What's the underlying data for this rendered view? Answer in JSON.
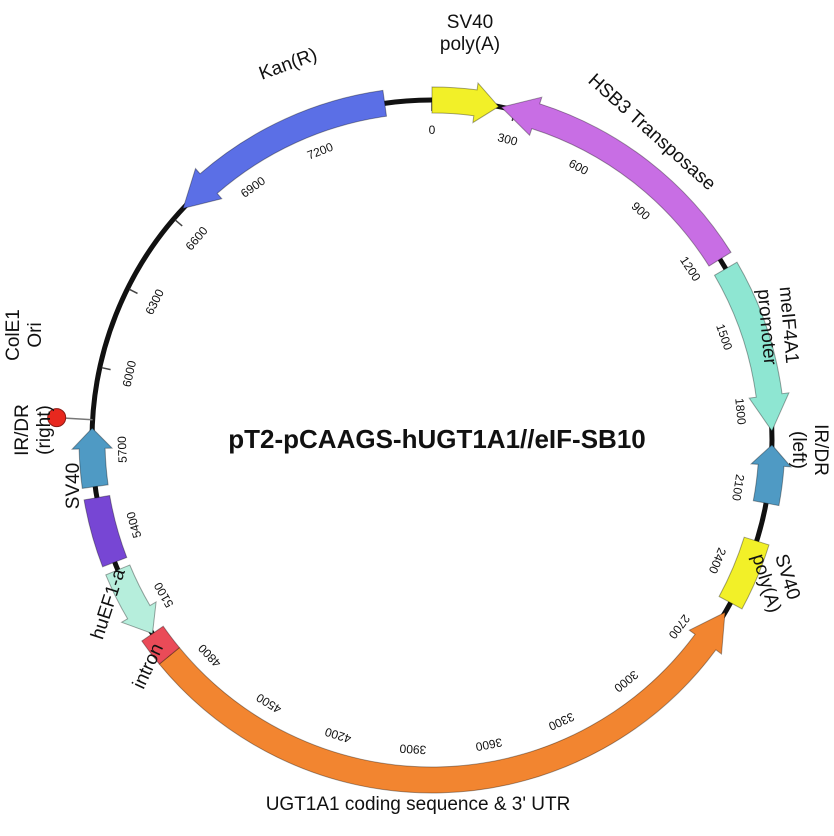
{
  "plasmid": {
    "name": "pT2-pCAAGS-hUGT1A1//eIF-SB10",
    "length": 7650
  },
  "colors": {
    "backbone": "#111111",
    "ori_marker": "#e8281e"
  },
  "features": [
    {
      "id": "sv40-polya-top",
      "label_lines": [
        "SV40",
        "poly(A)"
      ],
      "start": 0,
      "end": 240,
      "direction": "cw",
      "color": "#f2f028"
    },
    {
      "id": "hsb3-transposase",
      "label_lines": [
        "HSB3 Transposase"
      ],
      "start": 250,
      "end": 1230,
      "direction": "ccw",
      "color": "#c86ee4"
    },
    {
      "id": "meif4a1-promoter",
      "label_lines": [
        "meIF4A1",
        "promoter"
      ],
      "start": 1270,
      "end": 1880,
      "direction": "cw",
      "color": "#8ee6d2"
    },
    {
      "id": "ir-dr-left",
      "label_lines": [
        "IR/DR",
        "(left)"
      ],
      "start": 1930,
      "end": 2140,
      "direction": "ccw",
      "color": "#4f9ac4"
    },
    {
      "id": "sv40-polya-right",
      "label_lines": [
        "SV40",
        "poly(A)"
      ],
      "start": 2280,
      "end": 2520,
      "direction": "none",
      "color": "#f2f028"
    },
    {
      "id": "ugt1a1",
      "label_lines": [
        "UGT1A1 coding sequence & 3' UTR"
      ],
      "start": 2560,
      "end": 4900,
      "direction": "ccw",
      "color": "#f28530"
    },
    {
      "id": "intron",
      "label_lines": [
        "intron"
      ],
      "start": 4900,
      "end": 5000,
      "direction": "none",
      "color": "#ea4b58"
    },
    {
      "id": "huef1a",
      "label_lines": [
        "huEF1-a"
      ],
      "start": 5000,
      "end": 5260,
      "direction": "ccw",
      "color": "#b6eedc"
    },
    {
      "id": "sv40-left",
      "label_lines": [
        "SV40"
      ],
      "start": 5290,
      "end": 5530,
      "direction": "none",
      "color": "#7746d4"
    },
    {
      "id": "ir-dr-right",
      "label_lines": [
        "IR/DR",
        "(right)"
      ],
      "start": 5570,
      "end": 5780,
      "direction": "cw",
      "color": "#4f9ac4"
    },
    {
      "id": "kan-r",
      "label_lines": [
        "Kan(R)"
      ],
      "start": 6650,
      "end": 7480,
      "direction": "ccw",
      "color": "#5b6fe6"
    }
  ],
  "origin": {
    "label_lines": [
      "ColE1",
      "Ori"
    ],
    "position": 5810
  },
  "ticks": [
    0,
    300,
    600,
    900,
    1200,
    1500,
    1800,
    2100,
    2400,
    2700,
    3000,
    3300,
    3600,
    3900,
    4200,
    4500,
    4800,
    5100,
    5400,
    5700,
    6000,
    6300,
    6600,
    6900,
    7200
  ]
}
